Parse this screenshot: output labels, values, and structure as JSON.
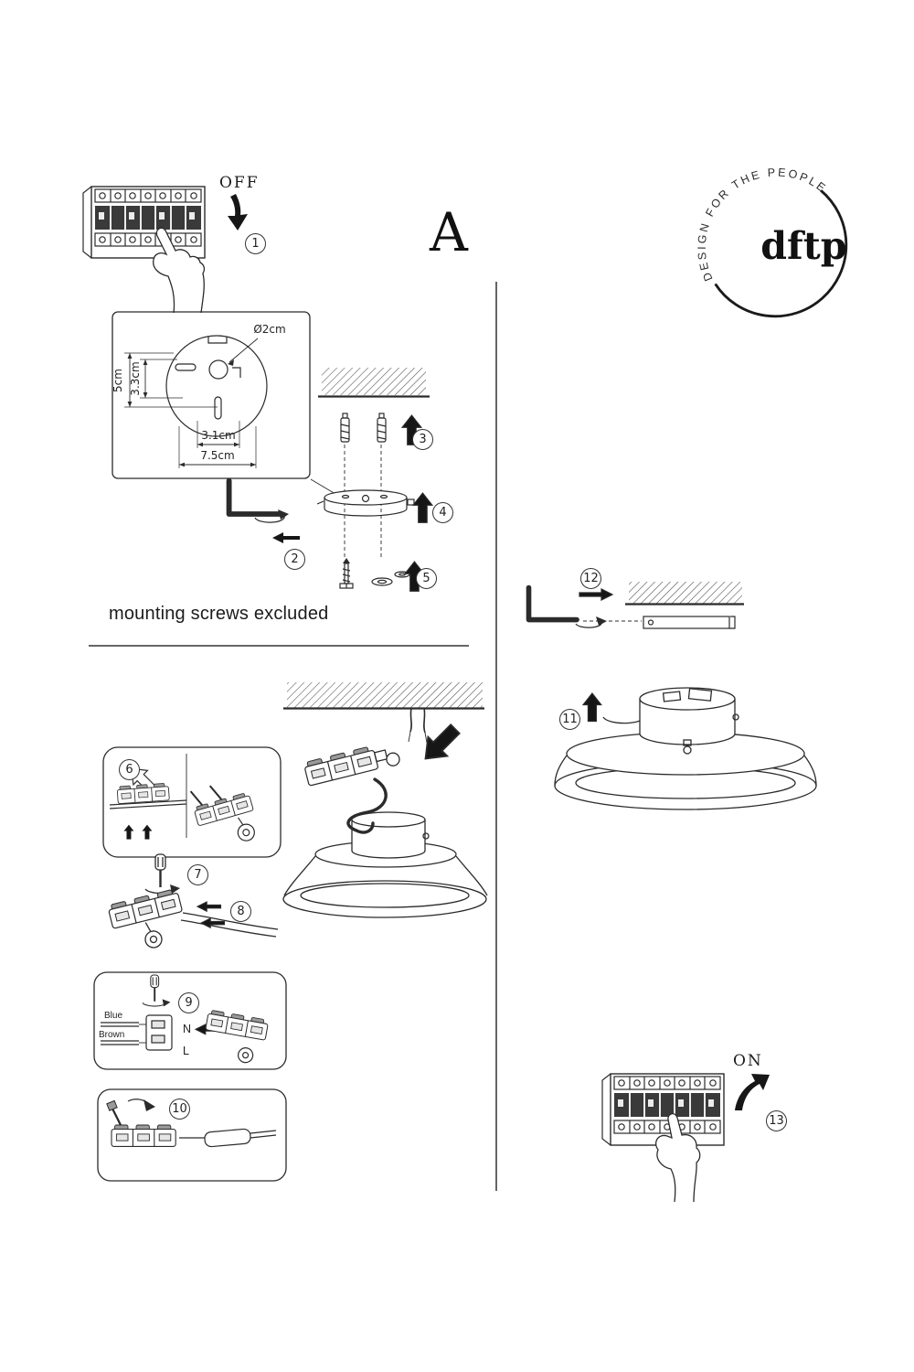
{
  "page": {
    "variant_label": "A",
    "note": "mounting screws excluded"
  },
  "logo": {
    "arc_text": "DESIGN FOR THE PEOPLE",
    "brand": "dftp"
  },
  "power": {
    "off_label": "OFF",
    "on_label": "ON"
  },
  "dimensions": {
    "hole_diameter": "Ø2cm",
    "outer_height": "5cm",
    "inner_height": "3.3cm",
    "inner_width": "3.1cm",
    "outer_width": "7.5cm"
  },
  "wiring": {
    "blue_label": "Blue",
    "brown_label": "Brown",
    "neutral_label": "N",
    "live_label": "L"
  },
  "steps": {
    "1": "1",
    "2": "2",
    "3": "3",
    "4": "4",
    "5": "5",
    "6": "6",
    "7": "7",
    "8": "8",
    "9": "9",
    "10": "10",
    "11": "11",
    "12": "12",
    "13": "13"
  }
}
